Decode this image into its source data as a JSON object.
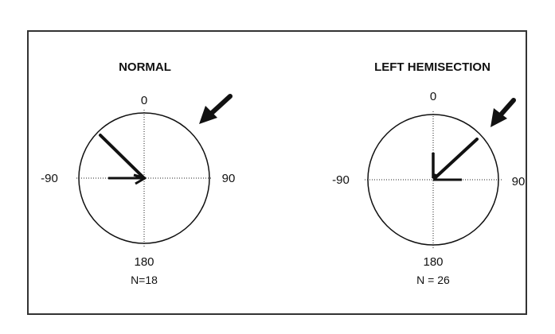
{
  "panels": [
    {
      "title": "NORMAL",
      "label_top": "0",
      "label_left": "-90",
      "label_right": "90",
      "label_bottom": "180",
      "count": "N=18"
    },
    {
      "title": "LEFT HEMISECTION",
      "label_top": "0",
      "label_left": "-90",
      "label_right": "90",
      "label_bottom": "180",
      "count": "N = 26"
    }
  ],
  "colors": {
    "ink": "#111111",
    "frame": "#333333",
    "background": "#ffffff"
  }
}
